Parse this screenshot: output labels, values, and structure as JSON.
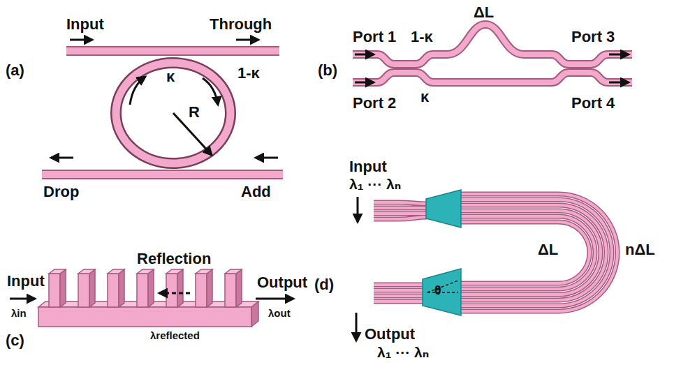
{
  "diagram": {
    "labels": [
      "(a)",
      "Input",
      "Through",
      "κ",
      "1-κ",
      "R",
      "Drop",
      "Add",
      "(b)",
      "Port 1",
      "1-κ",
      "ΔL",
      "Port 3",
      "κ",
      "Port 2",
      "Port 4",
      "(c)",
      "Input",
      "Reflection",
      "Output",
      "λin",
      "λreflected",
      "λout",
      "Input",
      "λ₁ ··· λₙ",
      "ΔL",
      "nΔL",
      "θ",
      "(d)",
      "Output",
      "λ₁ ··· λₙ"
    ]
  }
}
